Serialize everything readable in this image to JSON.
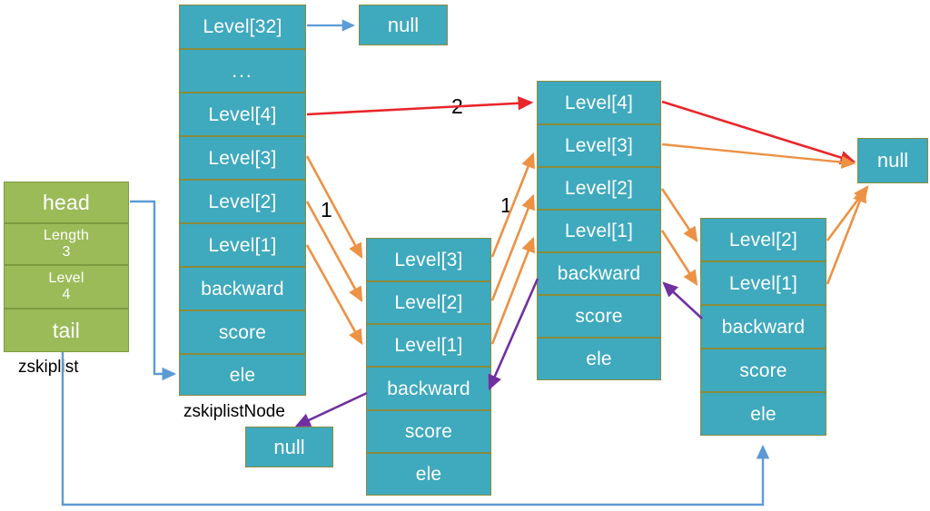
{
  "diagram": {
    "title_caption_left": "zskiplist",
    "title_caption_node": "zskiplistNode",
    "colors": {
      "node_fill": "#3FA9BE",
      "node_border": "#8A8B3A",
      "list_fill": "#9BBB59",
      "forward_arrow": "#ED9144",
      "span_arrow_high": "#E8262A",
      "backward_arrow": "#7030A0",
      "pointer_arrow": "#5B9BD5",
      "text": "#FFFFFF",
      "caption_text": "#000000"
    }
  },
  "zskiplist": {
    "label": "zskiplist",
    "fields": [
      {
        "name": "head",
        "text": "head"
      },
      {
        "name": "length",
        "text": "Length\n3",
        "line1": "Length",
        "line2": "3"
      },
      {
        "name": "level",
        "text": "Level\n4",
        "line1": "Level",
        "line2": "4"
      },
      {
        "name": "tail",
        "text": "tail"
      }
    ]
  },
  "nodes": [
    {
      "id": "header",
      "caption": "zskiplistNode",
      "cells": [
        "Level[32]",
        "...",
        "Level[4]",
        "Level[3]",
        "Level[2]",
        "Level[1]",
        "backward",
        "score",
        "ele"
      ]
    },
    {
      "id": "node2",
      "caption": "",
      "cells": [
        "Level[3]",
        "Level[2]",
        "Level[1]",
        "backward",
        "score",
        "ele"
      ]
    },
    {
      "id": "node3",
      "caption": "",
      "cells": [
        "Level[4]",
        "Level[3]",
        "Level[2]",
        "Level[1]",
        "backward",
        "score",
        "ele"
      ]
    },
    {
      "id": "node4",
      "caption": "",
      "cells": [
        "Level[2]",
        "Level[1]",
        "backward",
        "score",
        "ele"
      ]
    }
  ],
  "null_boxes": [
    {
      "id": "null-top",
      "text": "null"
    },
    {
      "id": "null-right",
      "text": "null"
    },
    {
      "id": "null-bottom",
      "text": "null"
    }
  ],
  "span_labels": [
    {
      "id": "span-2",
      "text": "2"
    },
    {
      "id": "span-1-left",
      "text": "1"
    },
    {
      "id": "span-1-right",
      "text": "1"
    }
  ]
}
